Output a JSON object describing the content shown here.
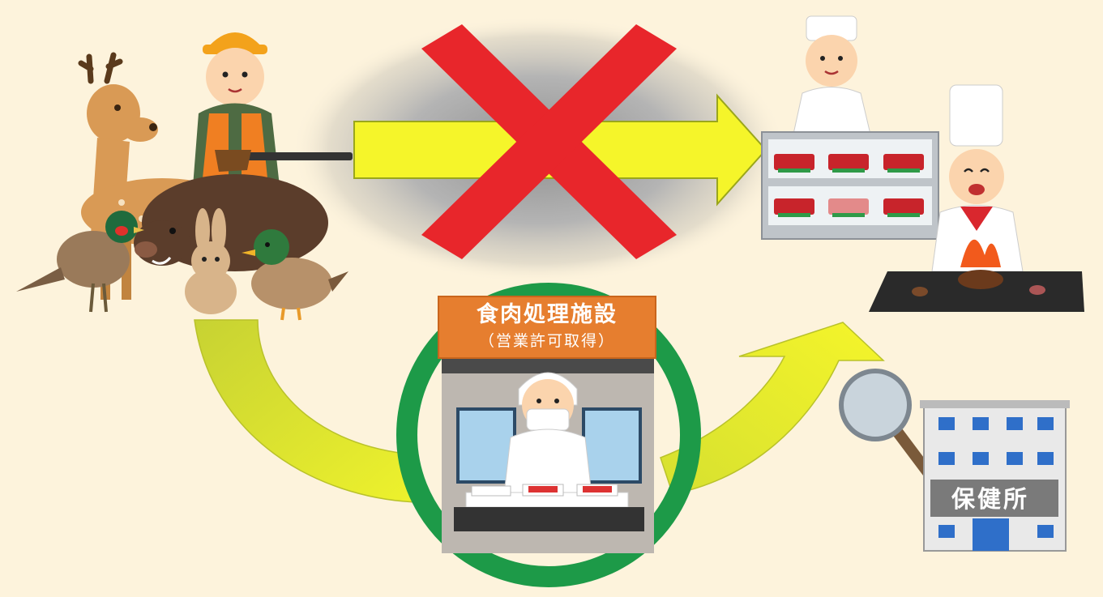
{
  "facility": {
    "title": "食肉処理施設",
    "subtitle": "（営業許可取得）"
  },
  "health_center": {
    "label": "保健所"
  },
  "colors": {
    "background": "#fdf3dc",
    "arrow_yellow": "#f5f52a",
    "ring_green": "#1d9a48",
    "cross_red": "#e8262b",
    "label_orange": "#e67e2f",
    "building": "#e9e9e9",
    "shadow_gray": "#b4b4b4"
  },
  "icons": [
    "deer-icon",
    "hunter-icon",
    "rifle-icon",
    "boar-icon",
    "pheasant-icon",
    "rabbit-icon",
    "duck-icon",
    "butcher-icon",
    "meat-display-case-icon",
    "chef-icon",
    "grill-icon",
    "worker-icon",
    "magnifier-icon",
    "health-center-building-icon"
  ]
}
